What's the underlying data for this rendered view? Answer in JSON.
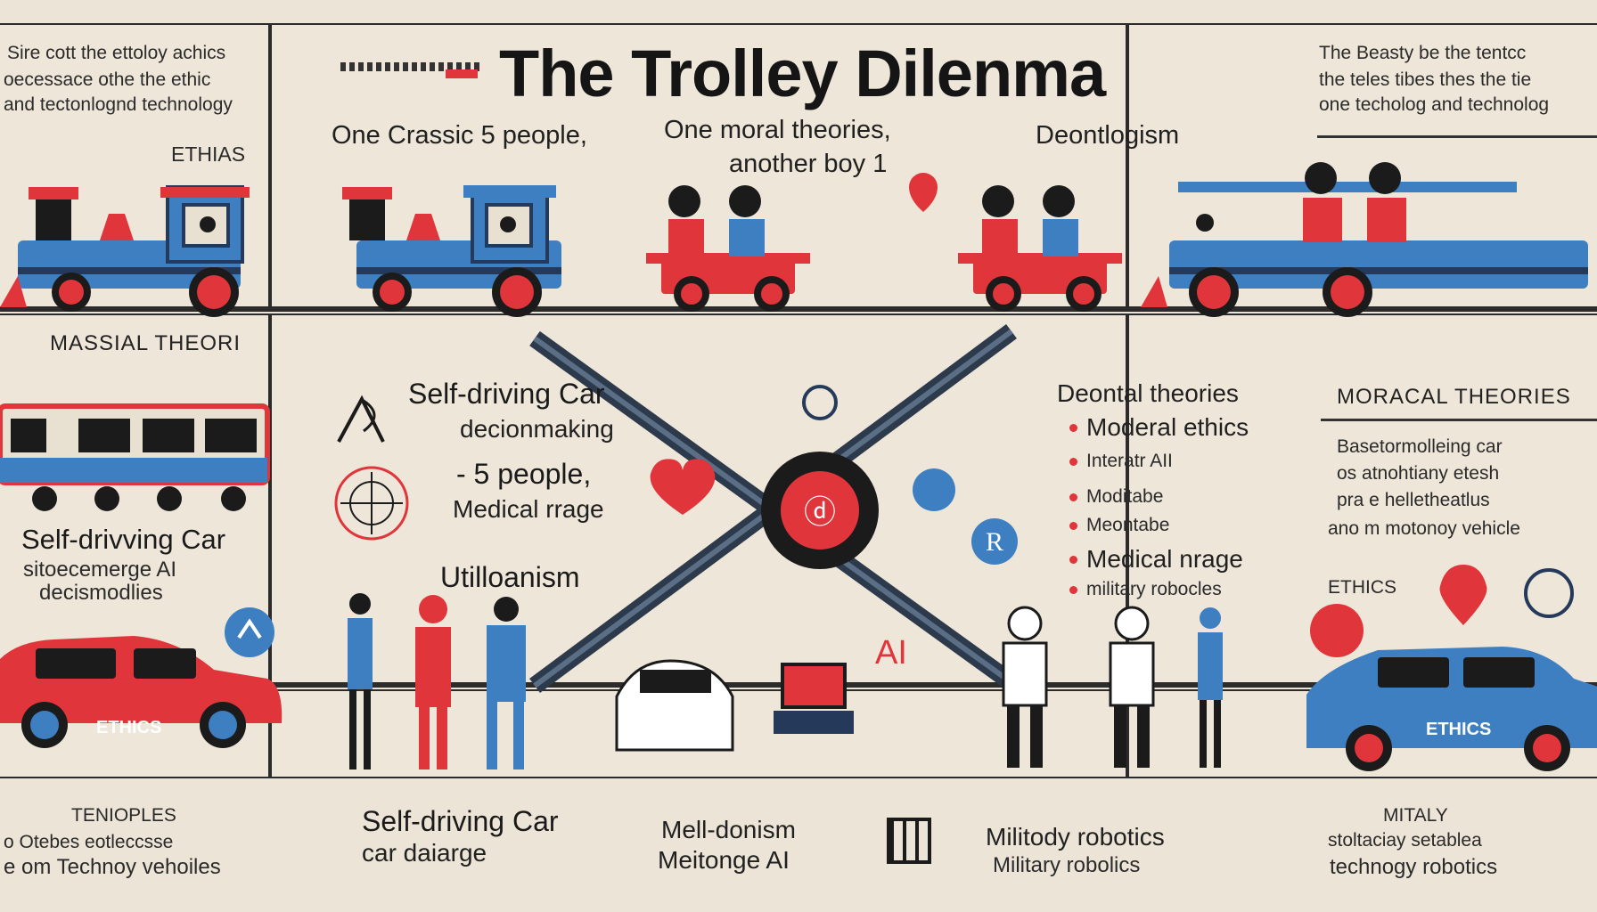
{
  "title": "The Trolley Dilenma",
  "top_center": {
    "sub_left": "One Crassic 5 people,",
    "sub_mid_line1": "One moral theories,",
    "sub_mid_line2": "another boy 1",
    "sub_right": "Deontlogism"
  },
  "top_left": {
    "line1": "Sire cott the ettoloy achics",
    "line2": "oecessace othe the ethic",
    "line3": "and tectonlognd technology",
    "label": "ETHIAS"
  },
  "top_right": {
    "line1": "The Beasty be the tentcc",
    "line2": "the teles tibes thes the tie",
    "line3": "one techolog and technolog"
  },
  "mid_left": {
    "heading": "MASSIAL THEORI",
    "caption1": "Self-drivving Car",
    "caption2": "sitoecemerge AI",
    "caption3": "decismodlies"
  },
  "mid_center": {
    "line1": "Self-driving Car",
    "line2": "decionmaking",
    "line3": "- 5 people,",
    "line4": "Medical rrage",
    "label_util": "Utilloanism",
    "ai_label": "AI"
  },
  "mid_right_center": {
    "line1": "Deontal theories",
    "bullets": [
      "Moderal ethics",
      "Interatr AII",
      "Moditabe",
      "Meontabe",
      "Medical nrage",
      "military robocles"
    ]
  },
  "mid_right": {
    "heading": "MORACAL THEORIES",
    "line1": "Basetormolleing car",
    "line2": "os atnohtiany etesh",
    "line3": "pra e helletheatlus",
    "line4": "ano m motonoy vehicle",
    "label": "ETHICS"
  },
  "car_labels": {
    "left": "ETHICS",
    "right": "ETHICS"
  },
  "bottom": {
    "left_heading": "TENIOPLES",
    "left_line1": "o Otebes eotleccsse",
    "left_line2": "e om Technoy vehoiles",
    "c1_line1": "Self-driving Car",
    "c1_line2": "car daiarge",
    "c2_line1": "Mell-donism",
    "c2_line2": "Meitonge AI",
    "c3_line1": "Militody robotics",
    "c3_line2": "Military robolics",
    "right_heading": "MITALY",
    "right_line1": "stoltaciay setablea",
    "right_line2": "technogy robotics"
  },
  "colors": {
    "red": "#e0353a",
    "blue": "#3d7fc1",
    "navy": "#253a5a",
    "bg": "#ece4d6"
  }
}
